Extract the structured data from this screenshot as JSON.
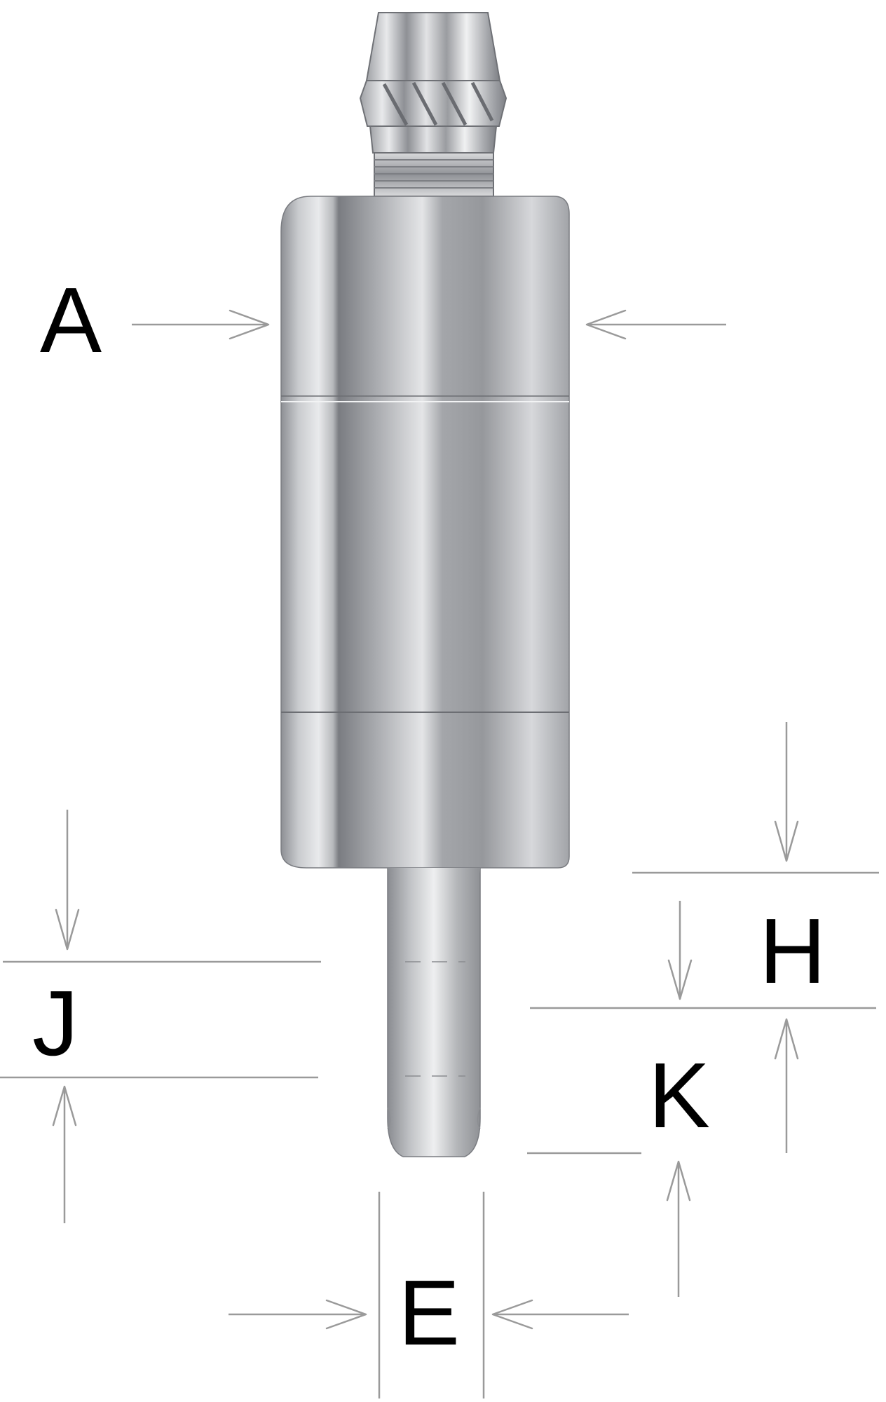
{
  "labels": {
    "A": "A",
    "E": "E",
    "H": "H",
    "J": "J",
    "K": "K"
  },
  "colors": {
    "dimension_line": "#9a9a9a",
    "label_text": "#000000",
    "steel_light": "#e6e7e9",
    "steel_mid": "#b9bbbf",
    "steel_dark": "#808287"
  }
}
